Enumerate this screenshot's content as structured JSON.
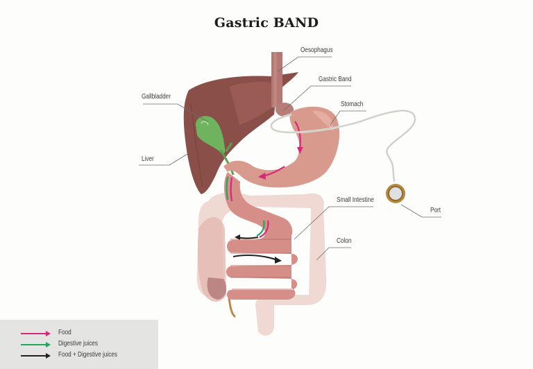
{
  "title": "Gastric BAND",
  "labels": {
    "oesophagus": "Oesophagus",
    "gastric_band": "Gastric Band",
    "stomach": "Stomach",
    "gallbladder": "Gallbladder",
    "liver": "Liver",
    "small_intestine": "Small Intestine",
    "port": "Port",
    "colon": "Colon"
  },
  "legend": {
    "items": [
      {
        "label": "Food",
        "color": "#d6287a"
      },
      {
        "label": "Digestive juices",
        "color": "#1fa65a"
      },
      {
        "label": "Food + Digestive juices",
        "color": "#222222"
      }
    ]
  },
  "colors": {
    "background": "#fdfdfb",
    "liver": "#8a4f48",
    "gallbladder": "#6fb35e",
    "stomach": "#d99a8e",
    "intestine": "#d68f88",
    "colon_faded": "#f1d9d3",
    "band_tube": "#dfe3dc",
    "port_ring": "#b58a3c"
  }
}
